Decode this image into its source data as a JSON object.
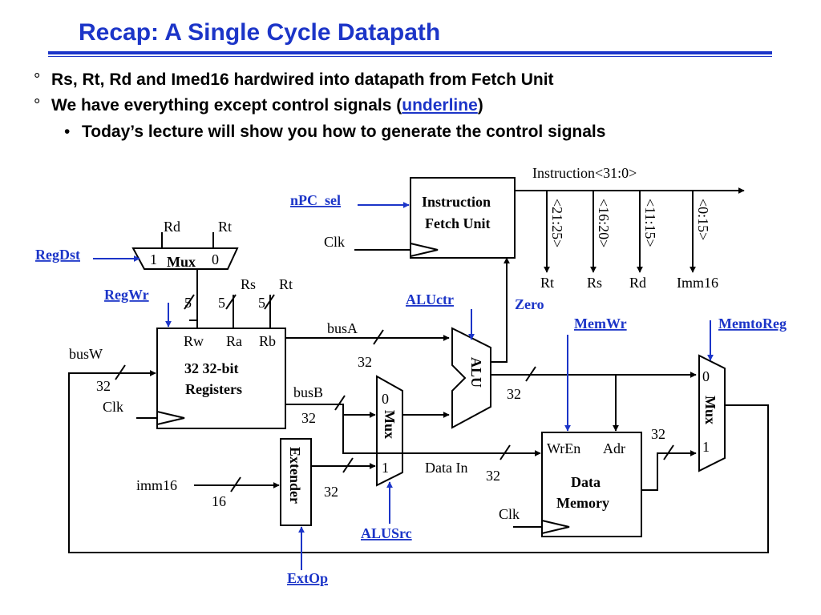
{
  "slide": {
    "title": "Recap: A Single Cycle Datapath",
    "bullets": [
      {
        "marker": "°",
        "text": "Rs, Rt, Rd and Imed16 hardwired into datapath from Fetch Unit"
      },
      {
        "marker": "°",
        "text_before": "We have everything except control signals (",
        "link": "underline",
        "text_after": ")"
      },
      {
        "marker": "•",
        "text": "Today’s lecture will show you how to generate the control signals"
      }
    ]
  },
  "diagram": {
    "instruction_bus": "Instruction<31:0>",
    "fields": [
      "<21:25>",
      "<16:20>",
      "<11:15>",
      "<0:15>"
    ],
    "field_names": [
      "Rt",
      "Rs",
      "Rd",
      "Imm16"
    ],
    "blocks": {
      "fetch_unit": [
        "Instruction",
        "Fetch Unit"
      ],
      "registers": [
        "32 32-bit",
        "Registers"
      ],
      "register_ports": [
        "Rw",
        "Ra",
        "Rb"
      ],
      "extender": "Extender",
      "alu": "ALU",
      "data_memory": [
        "Data",
        "Memory"
      ],
      "memory_ports": [
        "WrEn",
        "Adr"
      ],
      "mux": "Mux"
    },
    "control_signals": {
      "npc_sel": "nPC_sel",
      "regdst": "RegDst",
      "regwr": "RegWr",
      "aluctr": "ALUctr",
      "memwr": "MemWr",
      "memtoreg": "MemtoReg",
      "alusrc": "ALUSrc",
      "extop": "ExtOp"
    },
    "labels": {
      "clk": "Clk",
      "zero": "Zero",
      "busA": "busA",
      "busB": "busB",
      "busW": "busW",
      "imm16": "imm16",
      "data_in": "Data In",
      "rd": "Rd",
      "rt": "Rt",
      "rs": "Rs",
      "w5": "5",
      "w32": "32",
      "w16": "16",
      "mux_in0": "0",
      "mux_in1": "1"
    }
  }
}
